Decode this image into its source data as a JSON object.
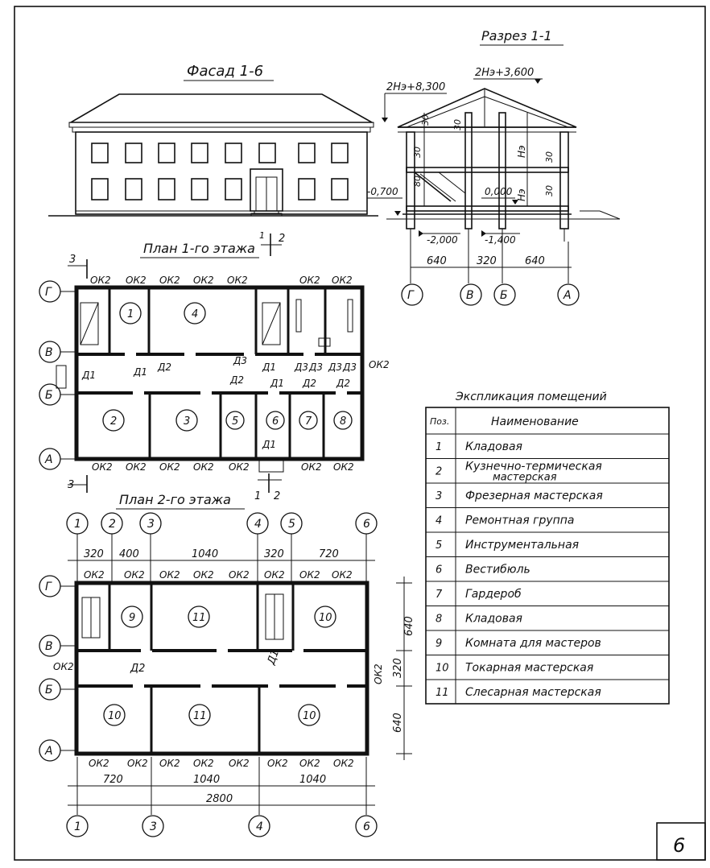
{
  "page_number": "6",
  "facade": {
    "title": "Фасад 1-6"
  },
  "section": {
    "title": "Разрез 1-1",
    "elev_ridge": "2Hэ+8,300",
    "elev_top": "2Hэ+3,600",
    "elev_minus": "-0,700",
    "elev_zero": "0,000",
    "elev_found1": "-2,000",
    "elev_found2": "-1,400",
    "dim_30a": "30",
    "dim_30b": "30",
    "dim_80": "80",
    "dim_30c": "30",
    "dim_30d": "30",
    "dim_30e": "30",
    "dim_h1": "Hэ",
    "dim_h2": "Hэ",
    "spans": [
      "640",
      "320",
      "640"
    ],
    "axes": [
      "Г",
      "В",
      "Б",
      "А"
    ]
  },
  "plan1": {
    "title": "План 1-го этажа",
    "cut_marks": [
      "1",
      "2",
      "3",
      "3",
      "1",
      "2"
    ],
    "axes": [
      "Г",
      "В",
      "Б",
      "А"
    ],
    "window_label": "ОК2",
    "rooms": [
      "1",
      "4",
      "2",
      "3",
      "5",
      "6",
      "7",
      "8"
    ],
    "doors": [
      "Д1",
      "Д1",
      "Д2",
      "Д1",
      "Д3",
      "Д3",
      "Д3",
      "Д3",
      "Д2",
      "Д1",
      "Д2",
      "Д2",
      "Д3",
      "Д1"
    ]
  },
  "plan2": {
    "title": "План 2-го этажа",
    "cut_marks": [
      "1",
      "2"
    ],
    "top_axes": [
      "1",
      "2",
      "3",
      "4",
      "5",
      "6"
    ],
    "bottom_axes": [
      "1",
      "3",
      "4",
      "6"
    ],
    "side_axes": [
      "Г",
      "В",
      "Б",
      "А"
    ],
    "top_dims": [
      "320",
      "400",
      "1040",
      "320",
      "720"
    ],
    "bottom_dims": [
      "720",
      "1040",
      "1040"
    ],
    "total_dim": "2800",
    "side_dims": [
      "640",
      "320",
      "640"
    ],
    "window_label": "ОК2",
    "rooms": [
      "9",
      "11",
      "10",
      "10",
      "11",
      "10"
    ],
    "doors": [
      "Д2",
      "Д1"
    ]
  },
  "explication": {
    "title": "Экспликация помещений",
    "col_pos": "Поз.",
    "col_name": "Наименование",
    "rows": [
      {
        "pos": "1",
        "name": "Кладовая"
      },
      {
        "pos": "2",
        "name": "Кузнечно-термическая",
        "name2": "мастерская"
      },
      {
        "pos": "3",
        "name": "Фрезерная мастерская"
      },
      {
        "pos": "4",
        "name": "Ремонтная группа"
      },
      {
        "pos": "5",
        "name": "Инструментальная"
      },
      {
        "pos": "6",
        "name": "Вестибюль"
      },
      {
        "pos": "7",
        "name": "Гардероб"
      },
      {
        "pos": "8",
        "name": "Кладовая"
      },
      {
        "pos": "9",
        "name": "Комната для мастеров"
      },
      {
        "pos": "10",
        "name": "Токарная мастерская"
      },
      {
        "pos": "11",
        "name": "Слесарная мастерская"
      }
    ]
  }
}
